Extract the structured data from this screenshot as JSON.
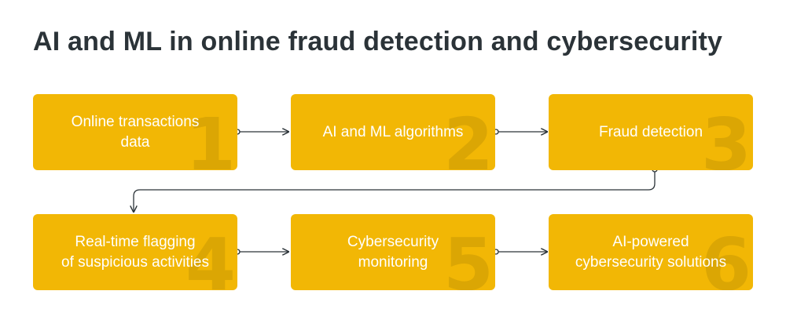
{
  "title": "AI and ML in online fraud detection and cybersecurity",
  "colors": {
    "box": "#f2b705",
    "number": "#dba604",
    "text": "#ffffff",
    "title": "#2b3338",
    "connector": "#2b3338"
  },
  "steps": [
    {
      "number": "1",
      "label": "Online transactions\ndata"
    },
    {
      "number": "2",
      "label": "AI and ML algorithms"
    },
    {
      "number": "3",
      "label": "Fraud detection"
    },
    {
      "number": "4",
      "label": "Real-time flagging\nof suspicious activities"
    },
    {
      "number": "5",
      "label": "Cybersecurity\nmonitoring"
    },
    {
      "number": "6",
      "label": "AI-powered\ncybersecurity solutions"
    }
  ],
  "connections": [
    {
      "from": "1",
      "to": "2"
    },
    {
      "from": "2",
      "to": "3"
    },
    {
      "from": "3",
      "to": "4"
    },
    {
      "from": "4",
      "to": "5"
    },
    {
      "from": "5",
      "to": "6"
    }
  ]
}
